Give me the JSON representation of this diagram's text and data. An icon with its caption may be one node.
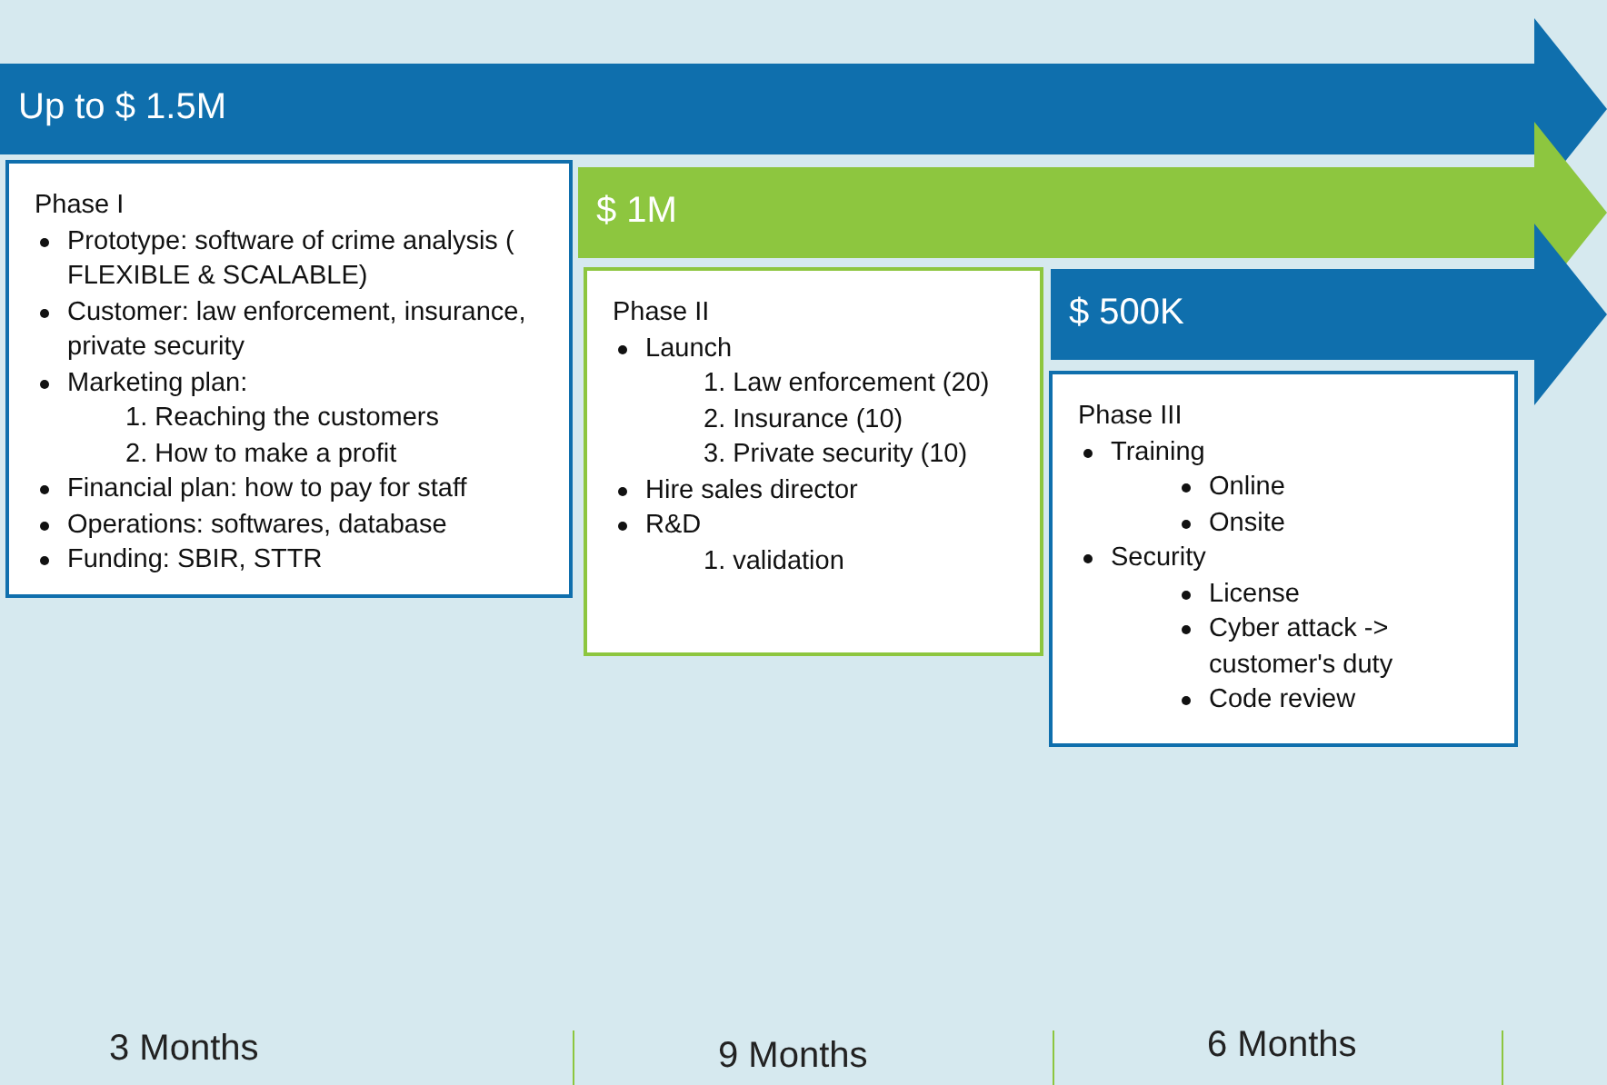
{
  "diagram": {
    "nodes": [
      {
        "text": [
          "Up to $ 1.5M"
        ]
      },
      {
        "text": [
          "Phase I",
          "Prototype: software of crime analysis ( FLEXIBLE & SCALABLE)",
          "Customer: law enforcement, insurance, private security",
          "Marketing plan:",
          "1. Reaching the customers",
          "2. How to make a profit",
          "Financial plan: how to pay for staff",
          "Operations: softwares, database",
          "Funding: SBIR, STTR"
        ]
      },
      {
        "text": [
          "$ 1M"
        ]
      },
      {
        "text": [
          "Phase II",
          "Launch",
          "1. Law enforcement (20)",
          "2. Insurance (10)",
          "3. Private security (10)",
          "Hire sales director",
          "R&D",
          "1. validation"
        ]
      },
      {
        "text": [
          "$ 500K"
        ]
      },
      {
        "text": [
          "Phase III",
          "Training",
          "Online",
          "Onsite",
          "Security",
          "License",
          "Cyber attack -> customer's duty",
          "Code review"
        ]
      }
    ],
    "labels": [
      "3 Months",
      "9 Months",
      "6 Months"
    ]
  }
}
